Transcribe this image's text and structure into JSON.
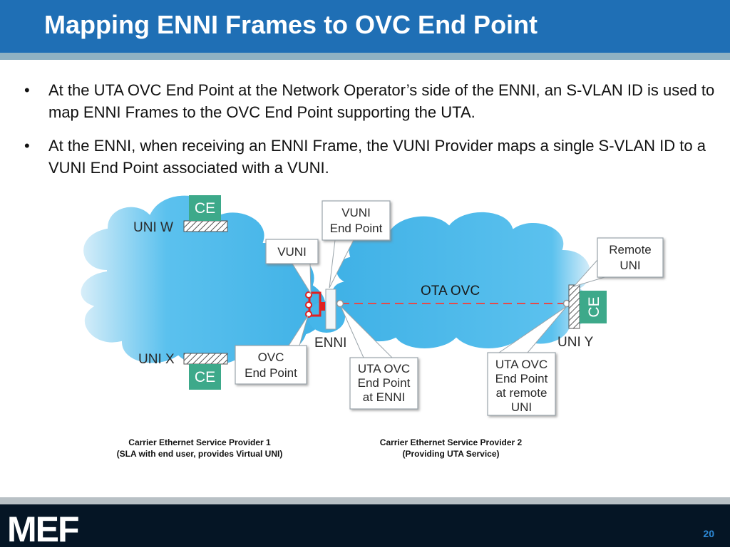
{
  "slide": {
    "title": "Mapping ENNI Frames to OVC End Point",
    "page_number": "20"
  },
  "bullets": [
    {
      "marker": "•",
      "text": "At the UTA OVC End Point at the Network Operator’s side of the ENNI, an S-VLAN ID is used to map ENNI Frames to the OVC End Point supporting the UTA."
    },
    {
      "marker": "•",
      "text": "At the ENNI, when receiving an ENNI Frame, the VUNI Provider maps a single S-VLAN ID to a VUNI End Point associated with a VUNI."
    }
  ],
  "diagram": {
    "ce_top": "CE",
    "ce_bottom": "CE",
    "ce_right": "CE",
    "uni_w": "UNI W",
    "uni_x": "UNI X",
    "uni_y": "UNI Y",
    "enni": "ENNI",
    "ota_ovc": "OTA OVC",
    "callout_vuni": "VUNI",
    "callout_vuni_endpoint": [
      "VUNI",
      "End Point"
    ],
    "callout_ovc_endpoint": [
      "OVC",
      "End Point"
    ],
    "callout_uta_enni": [
      "UTA OVC",
      "End Point",
      "at ENNI"
    ],
    "callout_uta_remote": [
      "UTA OVC",
      "End Point",
      "at remote",
      "UNI"
    ],
    "callout_remote_uni": [
      "Remote",
      "UNI"
    ],
    "colors": {
      "cloud": "#45b6ea",
      "ce": "#3da98a",
      "dashed_line": "#e34b4b",
      "vuni_red": "#e02020"
    }
  },
  "captions": {
    "provider1_line1": "Carrier Ethernet Service Provider 1",
    "provider1_line2": "(SLA with end user, provides Virtual UNI)",
    "provider2_line1": "Carrier Ethernet Service Provider 2",
    "provider2_line2": "(Providing UTA Service)"
  },
  "footer": {
    "logo": "MEF"
  }
}
